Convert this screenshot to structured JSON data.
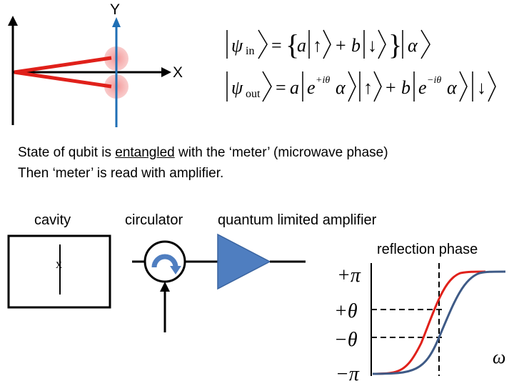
{
  "phase_diagram": {
    "axis_y_label": "Y",
    "axis_x_label": "X",
    "colors": {
      "axis": "#000000",
      "meter_vectors": "#e0201a",
      "measurement_axis": "#1f6fb5",
      "blobs": "#f0a0a0"
    }
  },
  "equations": {
    "psi_in": {
      "psi": "ψ",
      "sub": "in",
      "eq": "=",
      "a": "a",
      "up": "↑",
      "plus": "+",
      "b": "b",
      "down": "↓",
      "alpha": "α"
    },
    "psi_out": {
      "psi": "ψ",
      "sub": "out",
      "eq": "=",
      "a": "a",
      "exp_pos": "e",
      "sup_pos": "+iθ",
      "alpha": "α",
      "up": "↑",
      "plus": "+",
      "b": "b",
      "exp_neg": "e",
      "sup_neg": "−iθ",
      "down": "↓"
    }
  },
  "description": {
    "line1_pre": "State of qubit is ",
    "line1_underlined": "entangled",
    "line1_post": " with the ‘meter’ (microwave phase)",
    "line2": "Then ‘meter’ is read with amplifier."
  },
  "circuit": {
    "cavity_label": "cavity",
    "circulator_label": "circulator",
    "amplifier_label": "quantum limited amplifier",
    "qubit_symbol": "x",
    "colors": {
      "amplifier": "#4f7ec0",
      "circulator_arrow": "#4f7ec0"
    }
  },
  "reflection_plot": {
    "title": "reflection phase",
    "tick_plus_pi": "+π",
    "tick_plus_theta": "+θ",
    "tick_minus_theta": "−θ",
    "tick_minus_pi": "−π",
    "x_axis_label": "ω",
    "colors": {
      "red_curve": "#e0201a",
      "blue_curve": "#3e5a86"
    }
  }
}
